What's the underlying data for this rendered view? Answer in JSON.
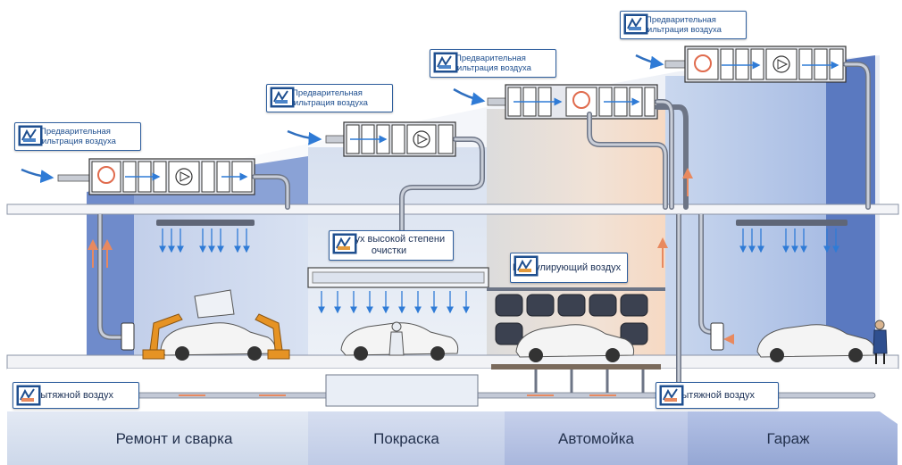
{
  "labels": {
    "prefilter": "Предварительная фильтрация воздуха",
    "high_purity": "Воздух высокой степени очистки",
    "circulating": "Циркулирующий воздух",
    "exhaust": "Вытяжной воздух"
  },
  "zones": [
    "Ремонт и сварка",
    "Покраска",
    "Автомойка",
    "Гараж"
  ],
  "colors": {
    "zone_repair": "#ccd7ea",
    "zone_paint": "#b9c6e4",
    "zone_wash": "#a3b2d8",
    "zone_garage": "#8d9fcd",
    "wall_blue": "#5a79c0",
    "air_blue": "#2f7bd6",
    "exhaust_orange": "#e8895f",
    "label_border": "#2f5f9e"
  },
  "icons": [
    "filter-unit-icon",
    "fan-icon",
    "duct-icon",
    "nozzle-icon",
    "car-icon",
    "robot-icon",
    "worker-icon"
  ]
}
